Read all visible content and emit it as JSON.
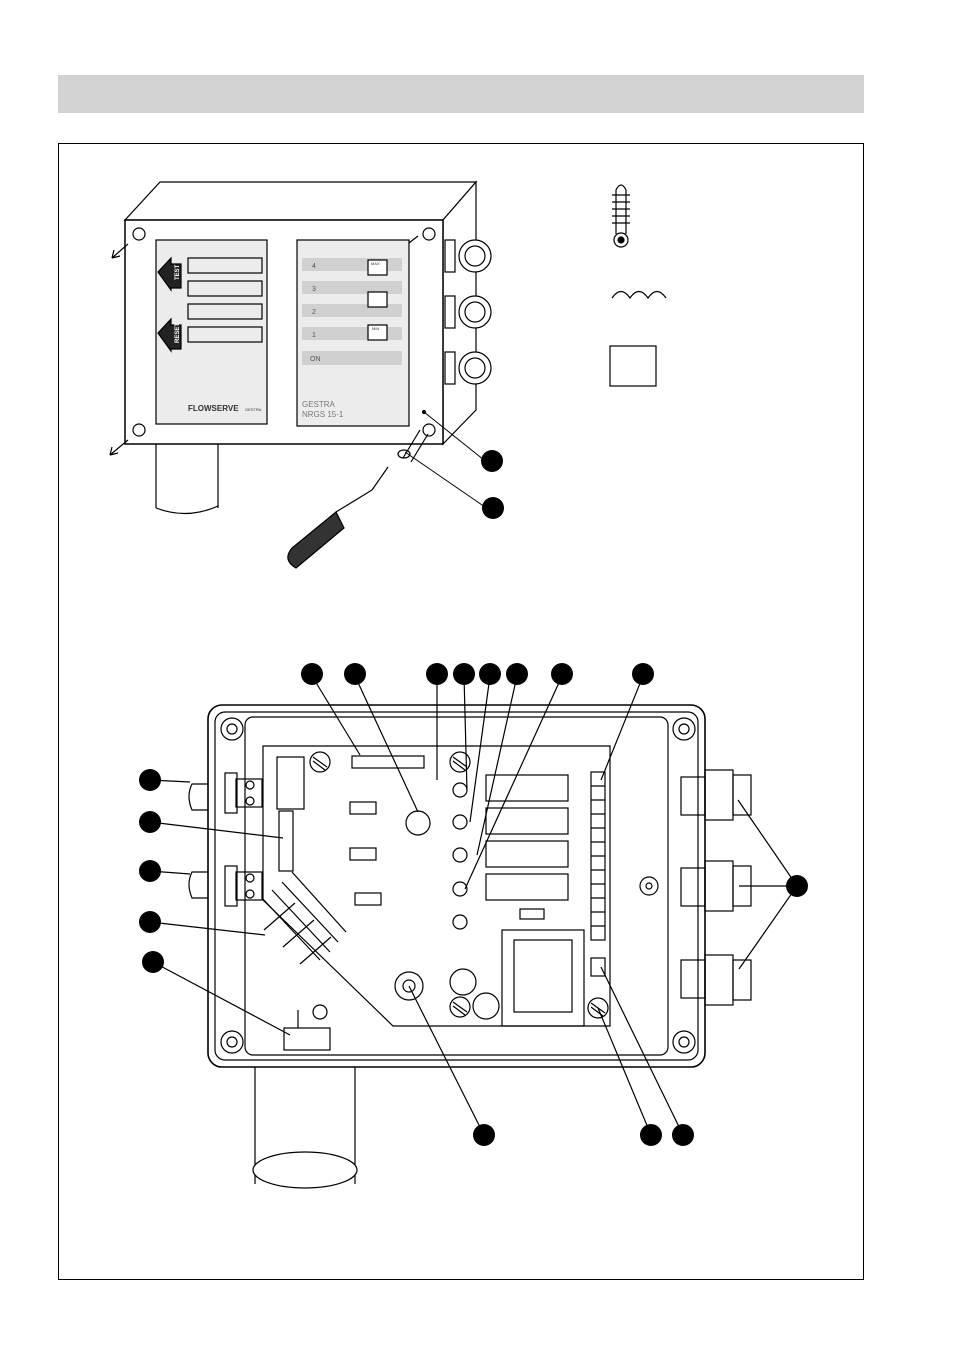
{
  "front_panel": {
    "left_buttons": [
      "TEST",
      "RESET"
    ],
    "brand": "FLOWSERVE",
    "brand_sub": "GESTRA",
    "level_rows": [
      "4",
      "3",
      "2",
      "1"
    ],
    "power_label": "ON",
    "key_labels": [
      "MAX",
      "MIN"
    ],
    "manufacturer": "GESTRA",
    "model": "NRGS 15-1"
  },
  "callouts": {
    "top_figure": 2,
    "bottom_figure": 17
  }
}
